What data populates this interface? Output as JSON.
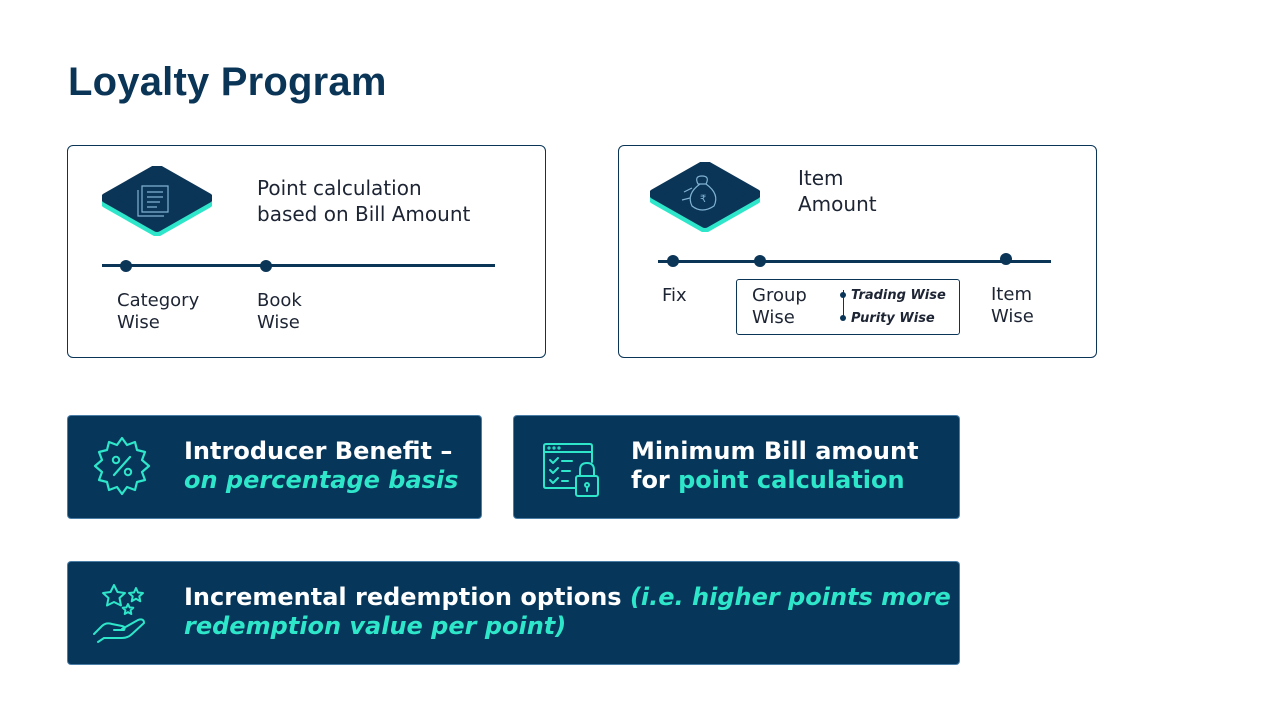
{
  "page": {
    "title": "Loyalty Program"
  },
  "card_bill": {
    "icon": "receipt-icon",
    "heading": "Point calculation\nbased on Bill Amount",
    "options": [
      "Category\nWise",
      "Book\nWise"
    ]
  },
  "card_item": {
    "icon": "money-bag-icon",
    "heading": "Item\nAmount",
    "options": {
      "fix": "Fix",
      "group": "Group\nWise",
      "item": "Item\nWise"
    },
    "group_suboptions": [
      "Trading Wise",
      "Purity Wise"
    ]
  },
  "banner_introducer": {
    "icon": "percent-badge-icon",
    "line1": "Introducer Benefit –",
    "line2": "on percentage basis"
  },
  "banner_minimum": {
    "icon": "checklist-lock-icon",
    "line1": "Minimum Bill amount",
    "line2_prefix": "for ",
    "line2_accent": "point calculation"
  },
  "banner_incremental": {
    "icon": "stars-hand-icon",
    "main": "Incremental redemption options ",
    "accent_a": "(i.e. higher points more",
    "accent_b": "redemption value per point)"
  },
  "colors": {
    "navy": "#0b3557",
    "banner": "#06365a",
    "accent": "#2ee6c9"
  }
}
